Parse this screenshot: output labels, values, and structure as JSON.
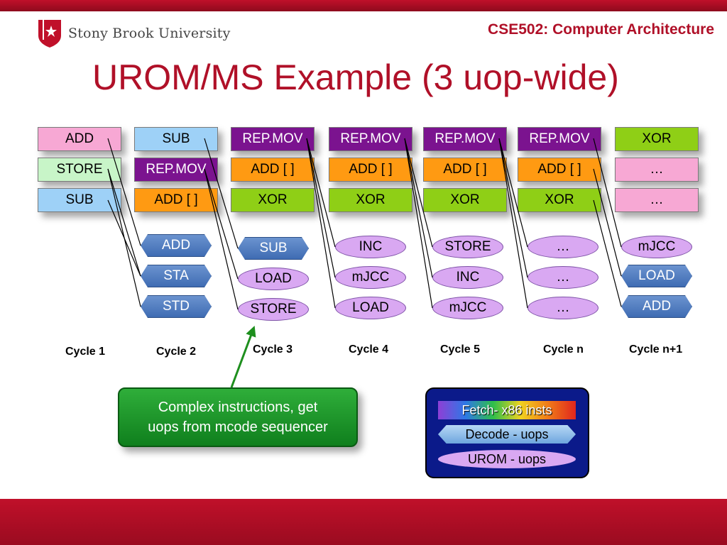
{
  "header": {
    "university": "Stony Brook University",
    "course": "CSE502: Computer Architecture"
  },
  "slide": {
    "title": "UROM/MS Example (3 uop-wide)"
  },
  "columns": [
    {
      "cycle": "Cycle 1",
      "insts": [
        {
          "label": "ADD",
          "color": "#f7a8d4"
        },
        {
          "label": "STORE",
          "color": "#c8f5c8"
        },
        {
          "label": "SUB",
          "color": "#9ed1f7"
        }
      ],
      "uops": [
        {
          "label": "ADD",
          "kind": "decode"
        },
        {
          "label": "STA",
          "kind": "decode"
        },
        {
          "label": "STD",
          "kind": "decode"
        }
      ]
    },
    {
      "cycle": "Cycle 2",
      "insts": [
        {
          "label": "SUB",
          "color": "#9ed1f7"
        },
        {
          "label": "REP.MOV",
          "color": "#7b138f"
        },
        {
          "label": "ADD [ ]",
          "color": "#ff9a12"
        }
      ],
      "uops": [
        {
          "label": "SUB",
          "kind": "decode"
        },
        {
          "label": "LOAD",
          "kind": "urom"
        },
        {
          "label": "STORE",
          "kind": "urom"
        }
      ]
    },
    {
      "cycle": "Cycle 3",
      "insts": [
        {
          "label": "REP.MOV",
          "color": "#7b138f"
        },
        {
          "label": "ADD [ ]",
          "color": "#ff9a12"
        },
        {
          "label": "XOR",
          "color": "#8fcf16"
        }
      ],
      "uops": [
        {
          "label": "INC",
          "kind": "urom"
        },
        {
          "label": "mJCC",
          "kind": "urom"
        },
        {
          "label": "LOAD",
          "kind": "urom"
        }
      ]
    },
    {
      "cycle": "Cycle 4",
      "insts": [
        {
          "label": "REP.MOV",
          "color": "#7b138f"
        },
        {
          "label": "ADD [ ]",
          "color": "#ff9a12"
        },
        {
          "label": "XOR",
          "color": "#8fcf16"
        }
      ],
      "uops": [
        {
          "label": "STORE",
          "kind": "urom"
        },
        {
          "label": "INC",
          "kind": "urom"
        },
        {
          "label": "mJCC",
          "kind": "urom"
        }
      ]
    },
    {
      "cycle": "Cycle 5",
      "insts": [
        {
          "label": "REP.MOV",
          "color": "#7b138f"
        },
        {
          "label": "ADD [ ]",
          "color": "#ff9a12"
        },
        {
          "label": "XOR",
          "color": "#8fcf16"
        }
      ],
      "uops": [
        {
          "label": "…",
          "kind": "urom"
        },
        {
          "label": "…",
          "kind": "urom"
        },
        {
          "label": "…",
          "kind": "urom"
        }
      ]
    },
    {
      "cycle": "Cycle n",
      "insts": [
        {
          "label": "REP.MOV",
          "color": "#7b138f"
        },
        {
          "label": "ADD [ ]",
          "color": "#ff9a12"
        },
        {
          "label": "XOR",
          "color": "#8fcf16"
        }
      ],
      "uops": [
        {
          "label": "mJCC",
          "kind": "urom"
        },
        {
          "label": "LOAD",
          "kind": "decode"
        },
        {
          "label": "ADD",
          "kind": "decode"
        }
      ]
    },
    {
      "cycle": "Cycle n+1",
      "insts": [
        {
          "label": "XOR",
          "color": "#8fcf16"
        },
        {
          "label": "…",
          "color": "#f7a8d4"
        },
        {
          "label": "…",
          "color": "#f7a8d4"
        }
      ],
      "uops": []
    }
  ],
  "callout": {
    "line1": "Complex instructions, get",
    "line2": "uops from mcode sequencer"
  },
  "legend": {
    "fetch": "Fetch- x86 insts",
    "decode": "Decode - uops",
    "urom": "UROM - uops"
  }
}
